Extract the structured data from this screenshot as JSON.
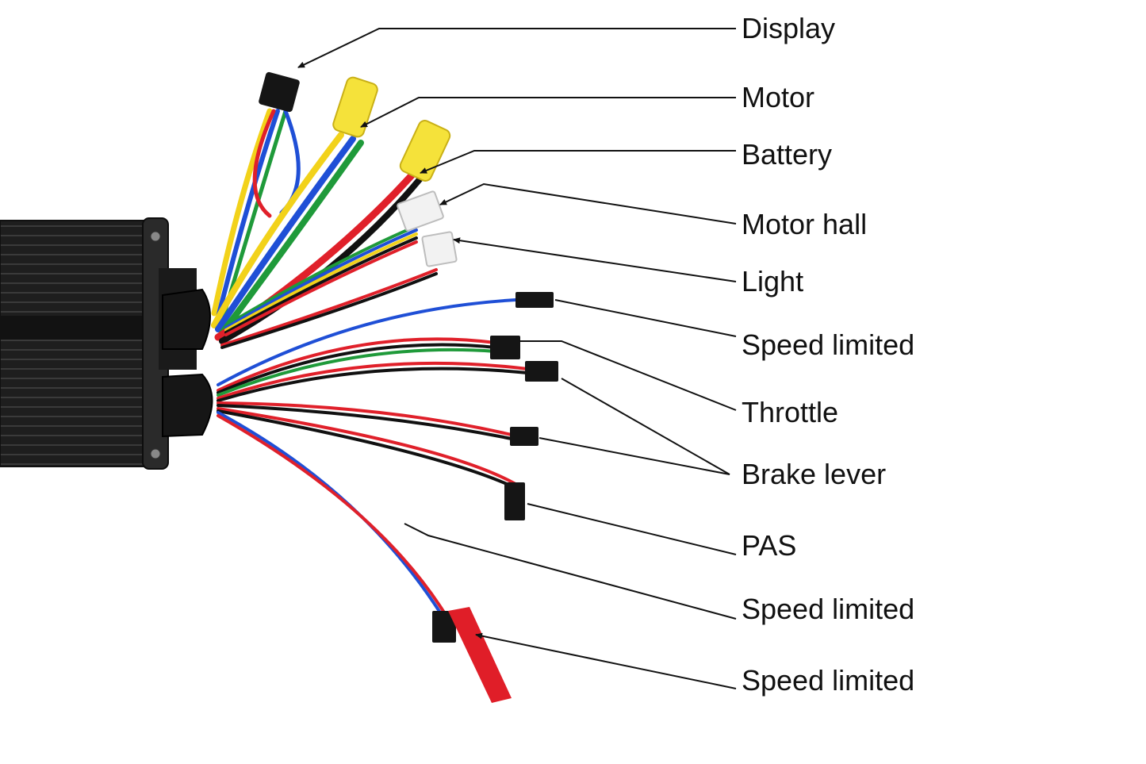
{
  "labels": [
    {
      "id": "display",
      "text": "Display"
    },
    {
      "id": "motor",
      "text": "Motor"
    },
    {
      "id": "battery",
      "text": "Battery"
    },
    {
      "id": "motor-hall",
      "text": "Motor hall"
    },
    {
      "id": "light",
      "text": "Light"
    },
    {
      "id": "speed-limited-1",
      "text": "Speed limited"
    },
    {
      "id": "throttle",
      "text": "Throttle"
    },
    {
      "id": "brake-lever",
      "text": "Brake lever"
    },
    {
      "id": "pas",
      "text": "PAS"
    },
    {
      "id": "speed-limited-2",
      "text": "Speed limited"
    },
    {
      "id": "speed-limited-3",
      "text": "Speed limited"
    }
  ],
  "colors": {
    "controller_body": "#1c1c1c",
    "wire_red": "#e0202a",
    "wire_blue": "#1f4fd6",
    "wire_yellow": "#f2d21a",
    "wire_green": "#1f9a3a",
    "wire_black": "#111111",
    "connector_yellow": "#f5e23a",
    "connector_white": "#f2f2f2",
    "connector_red": "#e01e28"
  }
}
